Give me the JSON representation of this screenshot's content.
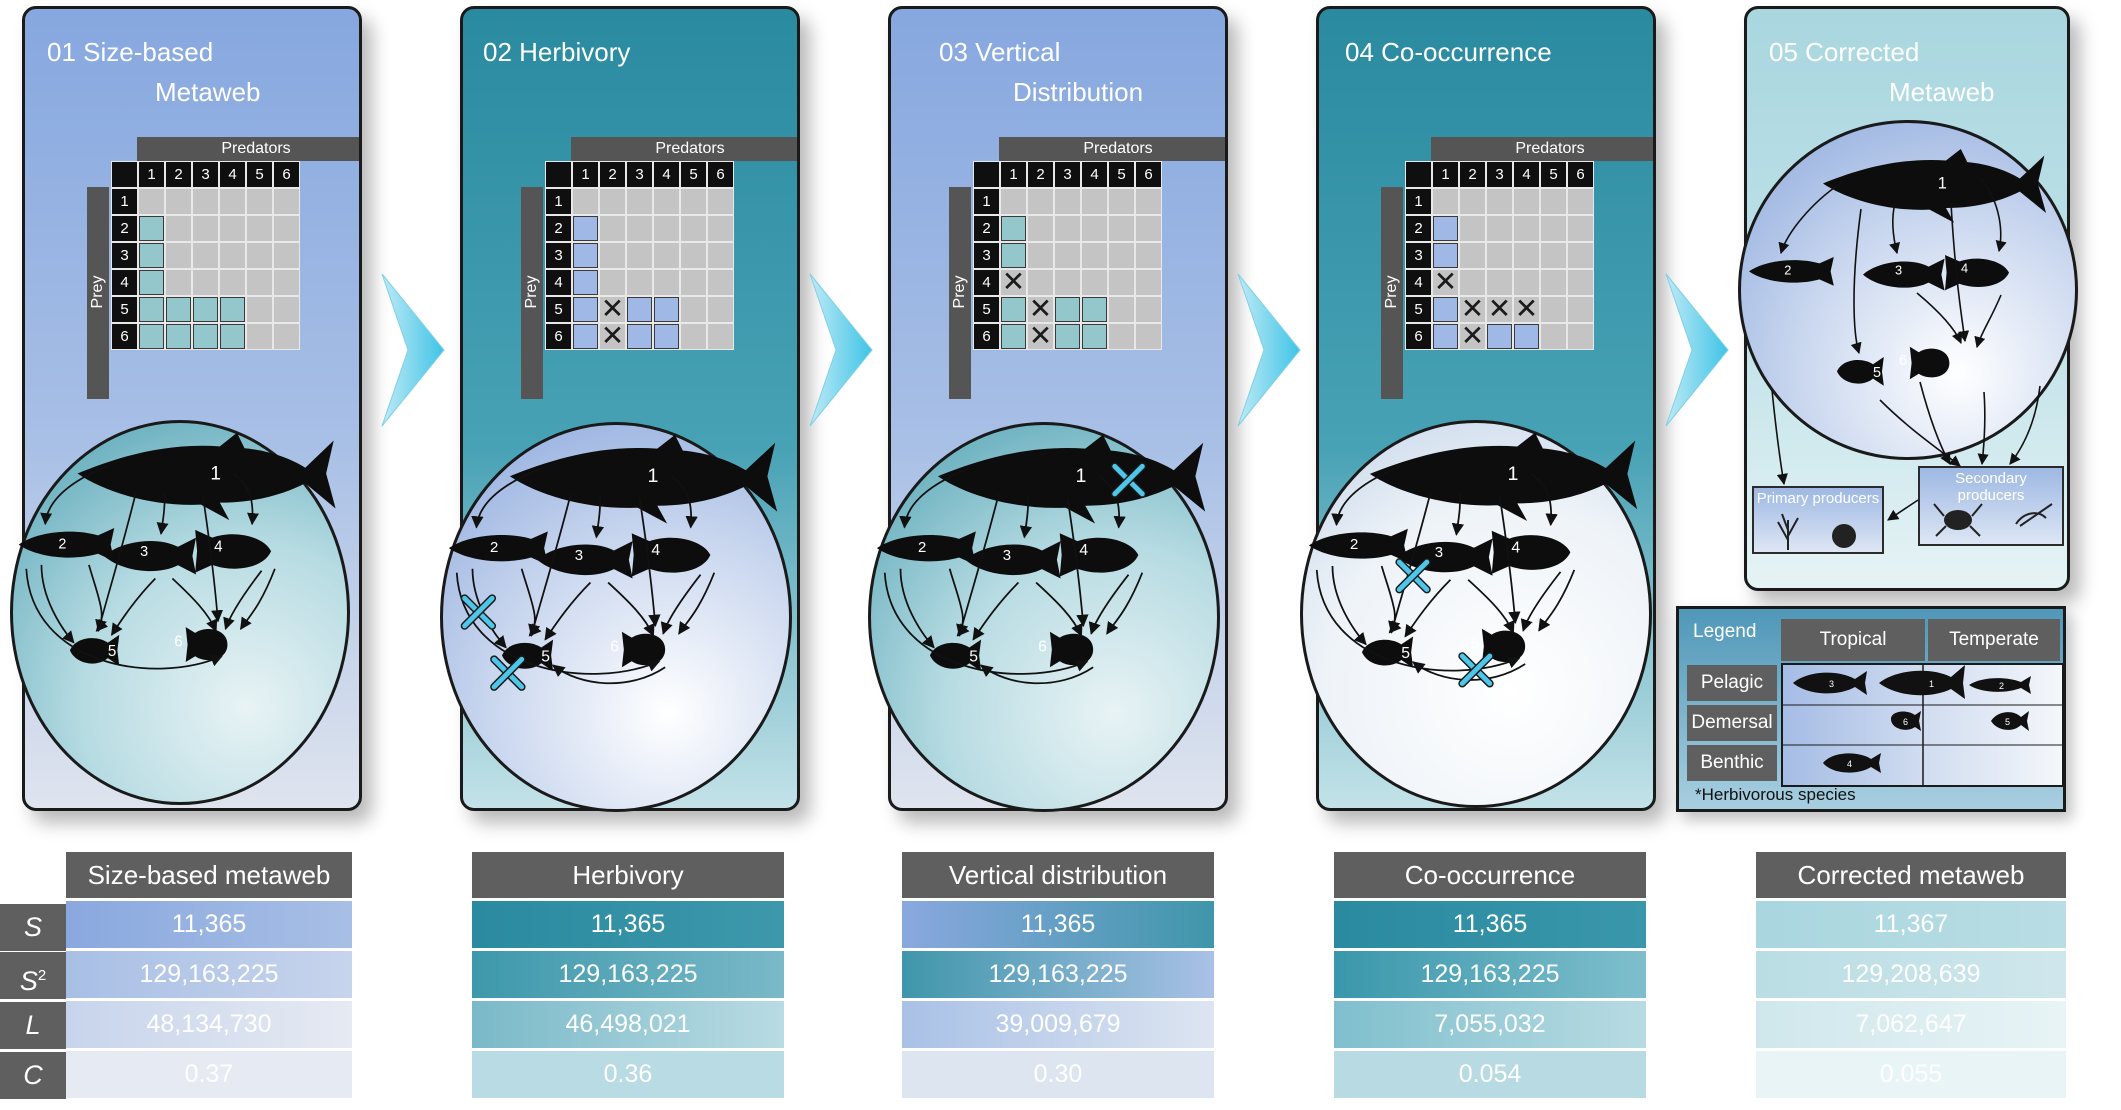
{
  "panels": [
    {
      "title_line1": "01 Size-based",
      "title_line2": "Metaweb"
    },
    {
      "title_line1": "02 Herbivory",
      "title_line2": ""
    },
    {
      "title_line1": "03 Vertical",
      "title_line2": "Distribution"
    },
    {
      "title_line1": "04 Co-occurrence",
      "title_line2": ""
    },
    {
      "title_line1": "05 Corrected",
      "title_line2": "Metaweb"
    }
  ],
  "matrix": {
    "predators_label": "Predators",
    "prey_label": "Prey",
    "numbers": [
      "1",
      "2",
      "3",
      "4",
      "5",
      "6"
    ]
  },
  "species_numbers": [
    "1",
    "2",
    "3",
    "4",
    "5",
    "6"
  ],
  "producers": {
    "primary": "Primary producers",
    "secondary": "Secondary producers"
  },
  "legend": {
    "title": "Legend",
    "columns": [
      "Tropical",
      "Temperate"
    ],
    "rows": [
      "Pelagic",
      "Demersal",
      "Benthic"
    ],
    "footnote": "*Herbivorous species",
    "star": "*"
  },
  "table_row_labels": [
    "S",
    "S",
    "L",
    "C"
  ],
  "superscript": "2",
  "tables": [
    {
      "header": "Size-based metaweb",
      "values": [
        "11,365",
        "129,163,225",
        "48,134,730",
        "0.37"
      ]
    },
    {
      "header": "Herbivory",
      "values": [
        "11,365",
        "129,163,225",
        "46,498,021",
        "0.36"
      ]
    },
    {
      "header": "Vertical distribution",
      "values": [
        "11,365",
        "129,163,225",
        "39,009,679",
        "0.30"
      ]
    },
    {
      "header": "Co-occurrence",
      "values": [
        "11,365",
        "129,163,225",
        "7,055,032",
        "0.054"
      ]
    },
    {
      "header": "Corrected metaweb",
      "values": [
        "11,367",
        "129,208,639",
        "7,062,647",
        "0.055"
      ]
    }
  ],
  "colors": {
    "blue": "#86a7df",
    "teal": "#2a8aa0",
    "light": "#a9d6df",
    "chevron": "#3fc4e6",
    "cross": "#4ec6ea",
    "cell_blue": "#9fb8e6",
    "cell_teal": "#93c7cc"
  }
}
